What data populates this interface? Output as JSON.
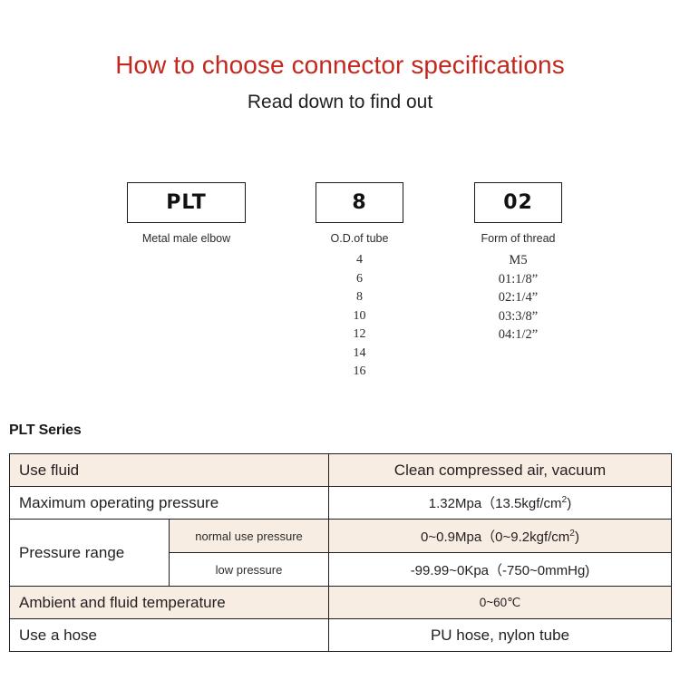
{
  "header": {
    "title": "How to choose connector specifications",
    "subtitle": "Read down to find out",
    "title_color": "#C2281E"
  },
  "code_breakdown": [
    {
      "value": "PLT",
      "caption": "Metal male elbow",
      "options": []
    },
    {
      "value": "8",
      "caption": "O.D.of tube",
      "options": [
        "4",
        "6",
        "8",
        "10",
        "12",
        "14",
        "16"
      ]
    },
    {
      "value": "02",
      "caption": "Form of thread",
      "options": [
        "M5",
        "01:1/8”",
        "02:1/4”",
        "03:3/8”",
        "04:1/2”"
      ]
    }
  ],
  "spec": {
    "heading": "PLT Series",
    "shaded_color": "#F7EDE3",
    "rows": [
      {
        "label": "Use fluid",
        "value": "Clean compressed air, vacuum"
      },
      {
        "label": "Maximum operating pressure",
        "value_pre": "1.32Mpa（13.5kgf/cm",
        "value_sup": "2",
        "value_post": ")"
      },
      {
        "label": "Pressure range",
        "sublabel": "normal use pressure",
        "value_pre": "0~0.9Mpa（0~9.2kgf/cm",
        "value_sup": "2",
        "value_post": ")"
      },
      {
        "sublabel": "low pressure",
        "value": "-99.99~0Kpa（-750~0mmHg)"
      },
      {
        "label": "Ambient and fluid temperature",
        "value": "0~60℃"
      },
      {
        "label": "Use a hose",
        "value": "PU hose, nylon tube"
      }
    ]
  }
}
